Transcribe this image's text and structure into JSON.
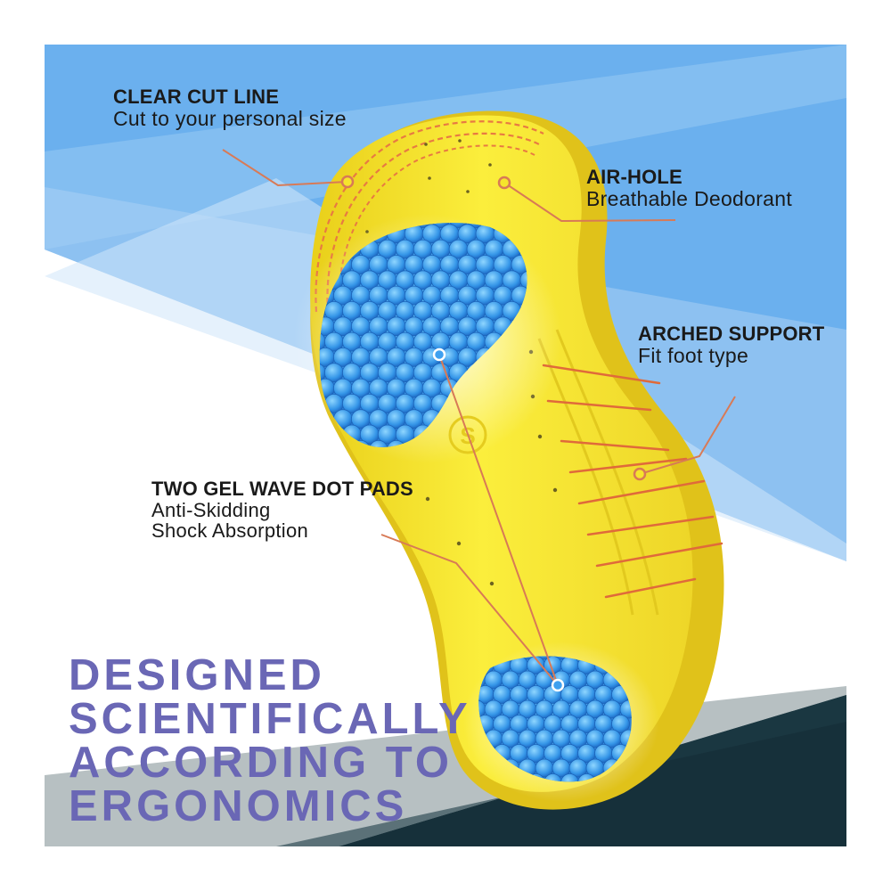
{
  "callouts": {
    "cut_line": {
      "title": "CLEAR CUT LINE",
      "subtitle": "Cut to your personal size"
    },
    "air_hole": {
      "title": "AIR-HOLE",
      "subtitle": "Breathable Deodorant"
    },
    "arch": {
      "title": "ARCHED SUPPORT",
      "subtitle": "Fit foot type"
    },
    "gel_pads": {
      "title": "TWO GEL WAVE DOT PADS",
      "subtitle_line1": "Anti-Skidding",
      "subtitle_line2": "Shock Absorption"
    }
  },
  "headline": {
    "lines": [
      "DESIGNED",
      "SCIENTIFICALLY",
      "ACCORDING TO",
      "ERGONOMICS"
    ]
  },
  "insole": {
    "logo_glyph": "S"
  },
  "colors": {
    "sky_blue": "#6bb0ee",
    "light_blue": "#cfe6fa",
    "mid_blue": "#a9d0f4",
    "dark_teal": "#16303a",
    "gray_band": "#b7c0c2",
    "insole_yellow": "#f6e52c",
    "gel_blue": "#3fa0ef",
    "headline_purple": "#6a67b5",
    "leader_line": "#d87a56"
  }
}
